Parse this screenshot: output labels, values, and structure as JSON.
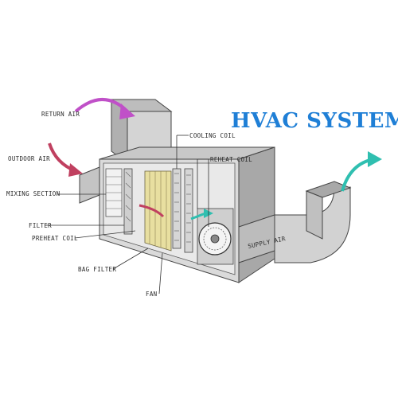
{
  "title": "HVAC SYSTEM",
  "labels": {
    "return_air": "RETURN AIR",
    "outdoor_air": "OUTDOOR AIR",
    "mixing_section": "MIXING SECTION",
    "filter": "FILTER",
    "preheat_coil": "PREHEAT COIL",
    "bag_filter": "BAG FILTER",
    "fan": "FAN",
    "cooling_coil": "COOLING COIL",
    "reheat_coil": "REHEAT COIL",
    "supply_air": "SUPPLY AIR"
  },
  "colors": {
    "title": "#1f7fd6",
    "return_arrow": "#c050c8",
    "outdoor_arrow": "#c04060",
    "supply_arrow": "#2fbfb0",
    "housing": "#cfcfcf",
    "coil_yellow": "#e8dfa0"
  }
}
